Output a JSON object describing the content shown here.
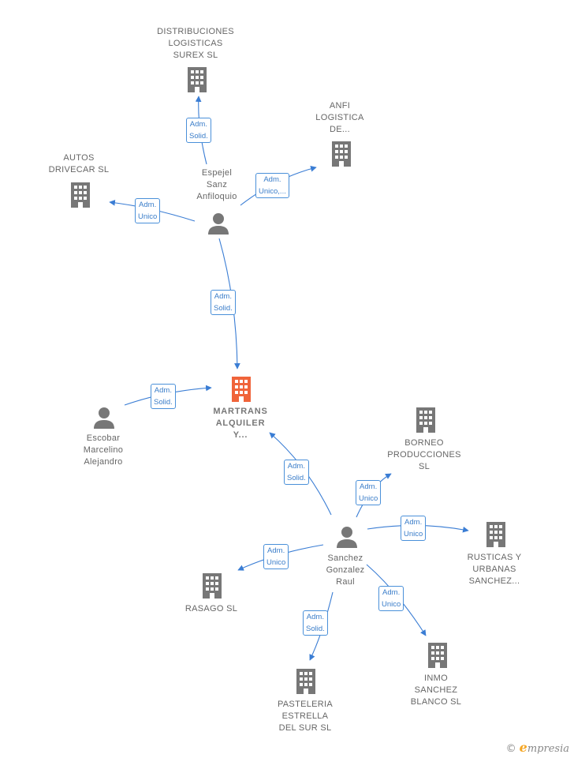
{
  "colors": {
    "edge": "#3a7dd4",
    "building": "#777777",
    "building_center": "#f0643a",
    "person": "#777777"
  },
  "nodes": {
    "center": {
      "name": "MARTRANS\nALQUILER\nY...",
      "icon": "building-icon"
    },
    "distribuciones": {
      "name": "DISTRIBUCIONES\nLOGISTICAS\nSUREX  SL",
      "icon": "building-icon"
    },
    "anfi": {
      "name": "ANFI\nLOGISTICA\nDE...",
      "icon": "building-icon"
    },
    "autos": {
      "name": "AUTOS\nDRIVECAR  SL",
      "icon": "building-icon"
    },
    "espejel": {
      "name": "Espejel\nSanz\nAnfiloquio",
      "icon": "person-icon"
    },
    "escobar": {
      "name": "Escobar\nMarcelino\nAlejandro",
      "icon": "person-icon"
    },
    "borneo": {
      "name": "BORNEO\nPRODUCCIONES\nSL",
      "icon": "building-icon"
    },
    "sanchez": {
      "name": "Sanchez\nGonzalez\nRaul",
      "icon": "person-icon"
    },
    "rusticas": {
      "name": "RUSTICAS Y\nURBANAS\nSANCHEZ...",
      "icon": "building-icon"
    },
    "rasago": {
      "name": "RASAGO SL",
      "icon": "building-icon"
    },
    "pasteleria": {
      "name": "PASTELERIA\nESTRELLA\nDEL SUR  SL",
      "icon": "building-icon"
    },
    "inmo": {
      "name": "INMO\nSANCHEZ\nBLANCO  SL",
      "icon": "building-icon"
    }
  },
  "edges": {
    "e1": "Adm.\nSolid.",
    "e2": "Adm.\nUnico,...",
    "e3": "Adm.\nUnico",
    "e4": "Adm.\nSolid.",
    "e5": "Adm.\nSolid.",
    "e6": "Adm.\nSolid.",
    "e7": "Adm.\nUnico",
    "e8": "Adm.\nUnico",
    "e9": "Adm.\nUnico",
    "e10": "Adm.\nSolid.",
    "e11": "Adm.\nUnico"
  },
  "brand": {
    "copyright": "©",
    "initial": "e",
    "rest": "mpresia"
  }
}
